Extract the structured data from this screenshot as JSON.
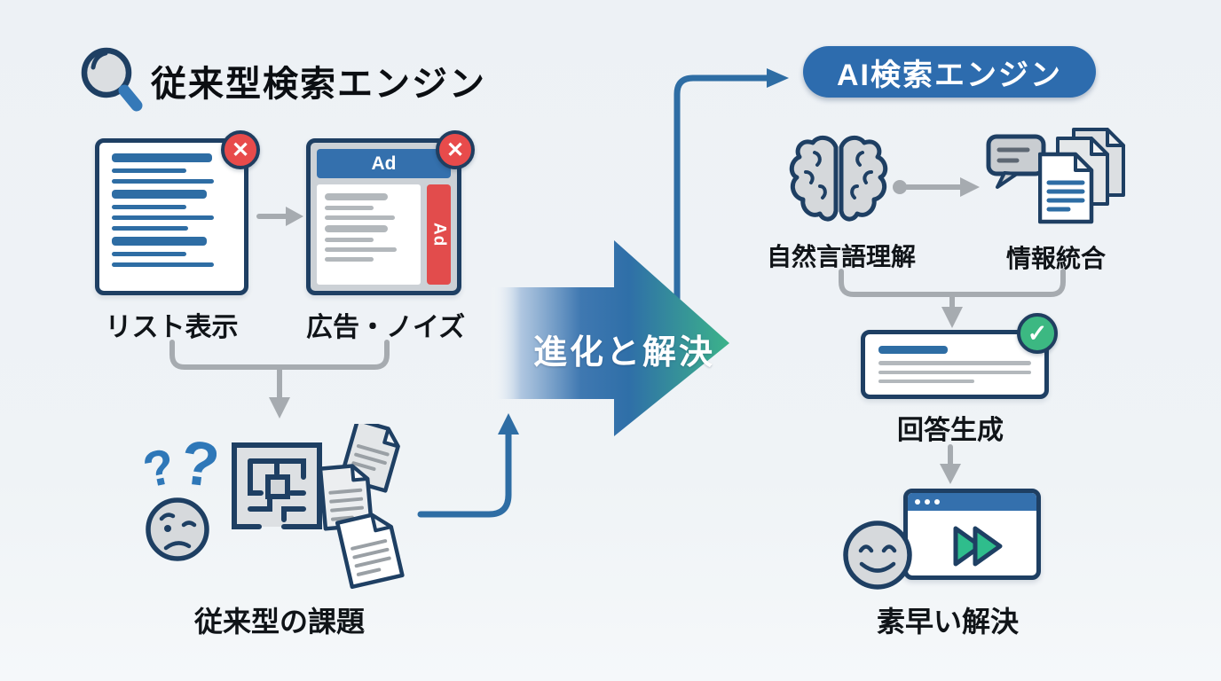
{
  "header": {
    "title": "従来型検索エンジン"
  },
  "traditional": {
    "list_label": "リスト表示",
    "ads_label": "広告・ノイズ",
    "ad_banner": "Ad",
    "ad_sidebar": "Ad",
    "problem_label": "従来型の課題"
  },
  "transition": {
    "label": "進化と解決"
  },
  "ai": {
    "pill_label": "AI検索エンジン",
    "nlu_label": "自然言語理解",
    "integration_label": "情報統合",
    "answer_label": "回答生成",
    "speed_label": "素早い解決"
  },
  "icons": {
    "close_glyph": "✕",
    "check_glyph": "✓",
    "question_glyph": "?"
  },
  "colors": {
    "background": "#eef2f6",
    "outline_navy": "#1e3f63",
    "accent_blue": "#2e6da4",
    "pill_blue": "#2d6cae",
    "error_red": "#e84b4b",
    "success_green": "#3cb882",
    "gradient_green": "#3cb38a",
    "neutral_gray": "#a6abb0"
  }
}
